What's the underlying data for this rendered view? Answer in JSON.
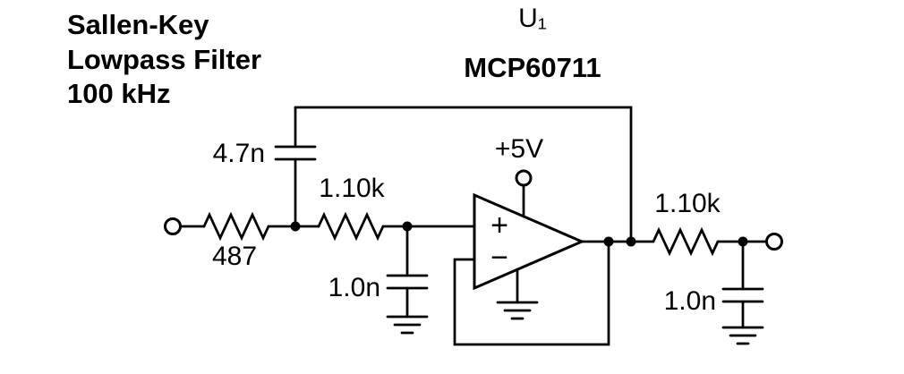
{
  "title": {
    "line1": "Sallen-Key",
    "line2": "Lowpass Filter",
    "line3": "100 kHz"
  },
  "opamp": {
    "designator": "U₁",
    "part": "MCP60711",
    "supply": "+5V",
    "noninverting_label": "+",
    "inverting_label": "−"
  },
  "components": {
    "r_input": "487",
    "r_series": "1.10k",
    "c_feedback": "4.7n",
    "c_shunt": "1.0n",
    "r_output": "1.10k",
    "c_output": "1.0n"
  }
}
